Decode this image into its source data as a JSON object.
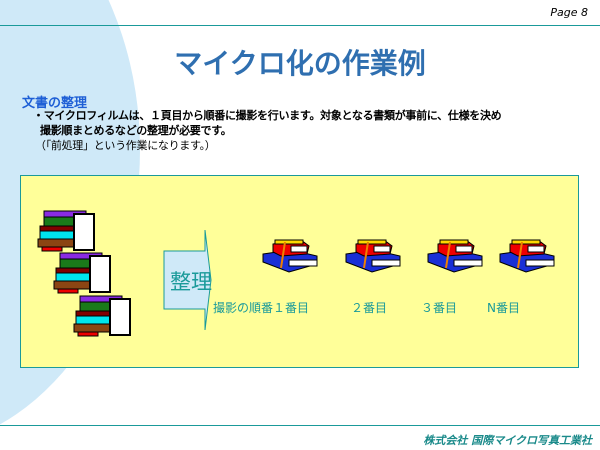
{
  "page": "Page 8",
  "title": "マイクロ化の作業例",
  "section": "文書の整理",
  "body": {
    "line1": "・マイクロフィルムは、１頁目から順番に撮影を行います。対象となる書類が事前に、仕様を決め",
    "line2": "撮影順まとめるなどの整理が必要です。",
    "line3": "（「前処理」という作業になります。）"
  },
  "diagram": {
    "arrow_label": "整理",
    "labels": [
      "撮影の順番１番目",
      "２番目",
      "３番目",
      "N番目"
    ]
  },
  "footer": "株式会社 国際マイクロ写真工業社",
  "colors": {
    "accent": "#1a9a9a",
    "title": "#2f6fb0",
    "box": "#ffff99"
  }
}
